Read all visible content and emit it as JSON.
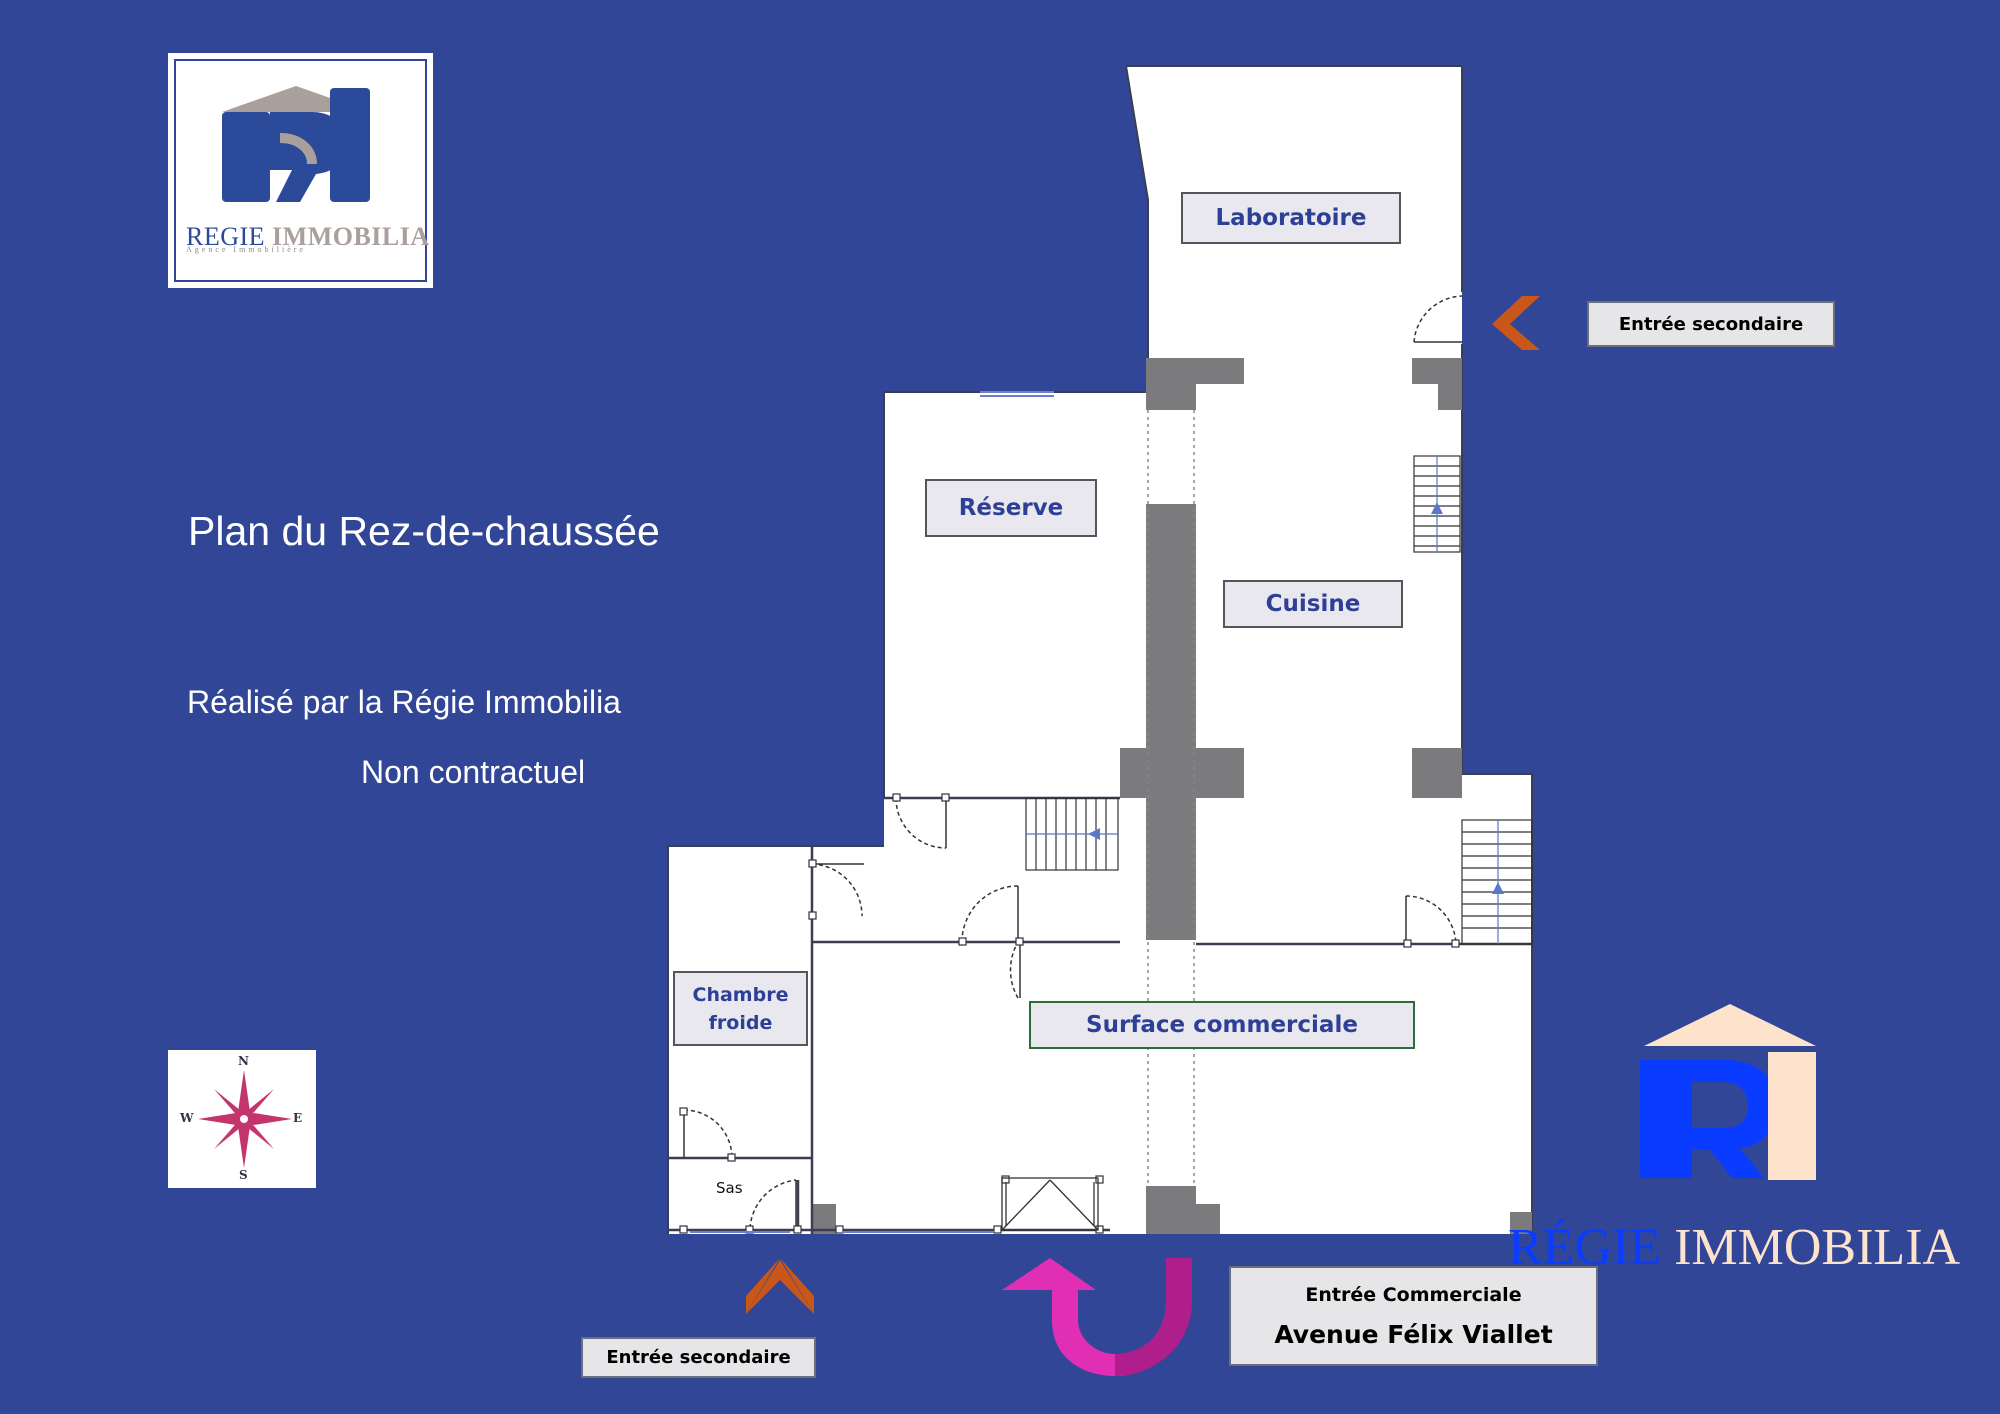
{
  "title": "Plan du Rez-de-chaussée",
  "credit": "Réalisé par la Régie Immobilia",
  "disclaimer": "Non contractuel",
  "logo": {
    "name_part1": "REGIE",
    "name_part2": " IMMOBILIA",
    "tagline": "Agence Immobilière",
    "monogram": "RI"
  },
  "brand_large": {
    "monogram": "RI",
    "name_part1": "RÉGIE",
    "name_part2": " IMMOBILIA"
  },
  "compass": {
    "n": "N",
    "s": "S",
    "e": "E",
    "w": "W"
  },
  "rooms": {
    "laboratoire": "Laboratoire",
    "reserve": "Réserve",
    "cuisine": "Cuisine",
    "chambre_froide": "Chambre froide",
    "surface_commerciale": "Surface commerciale",
    "sas": "Sas"
  },
  "entrances": {
    "secondary_east": "Entrée secondaire",
    "secondary_south": "Entrée secondaire",
    "commercial": "Entrée Commerciale",
    "street": "Avenue Félix Viallet"
  },
  "colors": {
    "background": "#314697",
    "room_label_text": "#2e3f97",
    "wall_fill": "#7b7b7e",
    "arrow_orange": "#c9571a",
    "arrow_magenta": "#e02fb4",
    "logo_blue": "#2c4a9a",
    "logo_grey": "#a9a09b",
    "brand_blue": "#0a3cff",
    "brand_peach": "#fde3cc",
    "compass_rose": "#c4346d"
  }
}
